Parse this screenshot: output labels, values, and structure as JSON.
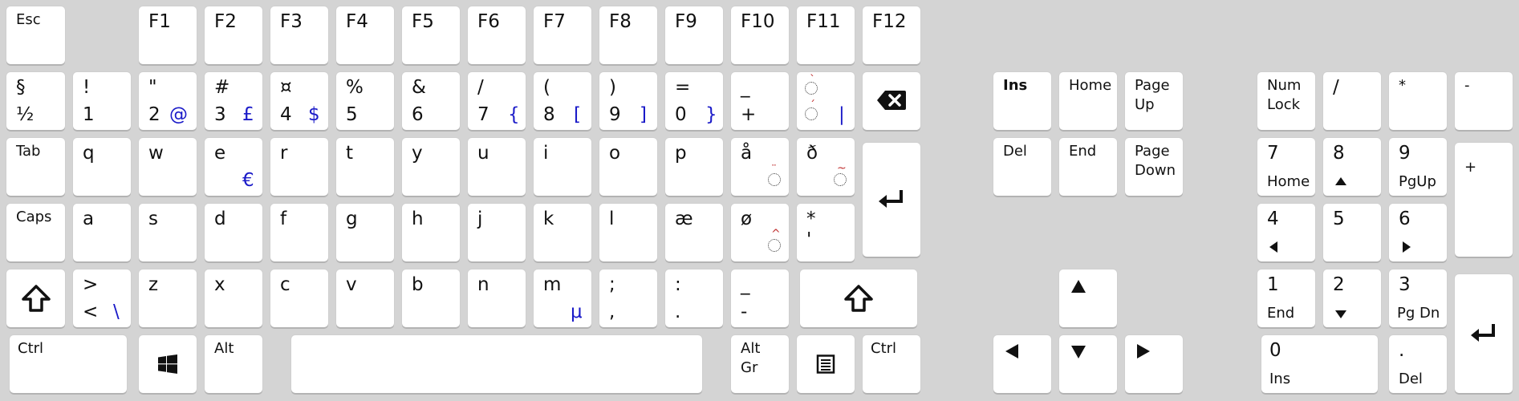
{
  "keyboard": {
    "colors": {
      "background": "#d4d4d4",
      "key": "#ffffff",
      "alt_glyph": "#1a1ac8",
      "accent_mark": "#c03030"
    },
    "function_row": {
      "esc": "Esc",
      "f1": "F1",
      "f2": "F2",
      "f3": "F3",
      "f4": "F4",
      "f5": "F5",
      "f6": "F6",
      "f7": "F7",
      "f8": "F8",
      "f9": "F9",
      "f10": "F10",
      "f11": "F11",
      "f12": "F12"
    },
    "number_row": {
      "k0_top": "§",
      "k0_bot": "½",
      "k1_top": "!",
      "k1_bot": "1",
      "k2_top": "\"",
      "k2_bot": "2",
      "k2_alt": "@",
      "k3_top": "#",
      "k3_bot": "3",
      "k3_alt": "£",
      "k4_top": "¤",
      "k4_bot": "4",
      "k4_alt": "$",
      "k5_top": "%",
      "k5_bot": "5",
      "k6_top": "&",
      "k6_bot": "6",
      "k7_top": "/",
      "k7_bot": "7",
      "k7_alt": "{",
      "k8_top": "(",
      "k8_bot": "8",
      "k8_alt": "[",
      "k9_top": ")",
      "k9_bot": "9",
      "k9_alt": "]",
      "k10_top": "=",
      "k10_bot": "0",
      "k10_alt": "}",
      "k11_top": "_",
      "k11_bot": "+",
      "k12_alt": "|",
      "backspace_icon": "backspace-icon"
    },
    "top_row": {
      "tab": "Tab",
      "q": "q",
      "w": "w",
      "e": "e",
      "e_alt": "€",
      "r": "r",
      "t": "t",
      "y": "y",
      "u": "u",
      "i": "i",
      "o": "o",
      "p": "p",
      "aring": "å",
      "eth": "ð"
    },
    "home_row": {
      "caps": "Caps",
      "a": "a",
      "s": "s",
      "d": "d",
      "f": "f",
      "g": "g",
      "h": "h",
      "j": "j",
      "k": "k",
      "l": "l",
      "ae": "æ",
      "oslash": "ø",
      "star_top": "*",
      "star_bot": "'",
      "enter_icon": "enter-icon"
    },
    "bottom_row": {
      "shift_icon": "shift-icon",
      "lt_top": ">",
      "lt_bot": "<",
      "lt_alt": "\\",
      "z": "z",
      "x": "x",
      "c": "c",
      "v": "v",
      "b": "b",
      "n": "n",
      "m": "m",
      "m_alt": "μ",
      "comma_top": ";",
      "comma_bot": ",",
      "period_top": ":",
      "period_bot": ".",
      "minus_top": "_",
      "minus_bot": "-"
    },
    "space_row": {
      "ctrl": "Ctrl",
      "win_icon": "windows-icon",
      "alt": "Alt",
      "altgr_1": "Alt",
      "altgr_2": "Gr",
      "menu_icon": "menu-icon",
      "rctrl": "Ctrl"
    },
    "nav": {
      "ins": "Ins",
      "home": "Home",
      "pgup_1": "Page",
      "pgup_2": "Up",
      "del": "Del",
      "end": "End",
      "pgdn_1": "Page",
      "pgdn_2": "Down"
    },
    "numpad": {
      "numlock_1": "Num",
      "numlock_2": "Lock",
      "div": "/",
      "mul": "*",
      "sub": "-",
      "n7": "7",
      "n7_sub": "Home",
      "n8": "8",
      "n9": "9",
      "n9_sub": "PgUp",
      "add": "+",
      "n4": "4",
      "n5": "5",
      "n6": "6",
      "n1": "1",
      "n1_sub": "End",
      "n2": "2",
      "n3": "3",
      "n3_sub": "Pg Dn",
      "n0": "0",
      "n0_sub": "Ins",
      "dot": ".",
      "dot_sub": "Del"
    }
  }
}
